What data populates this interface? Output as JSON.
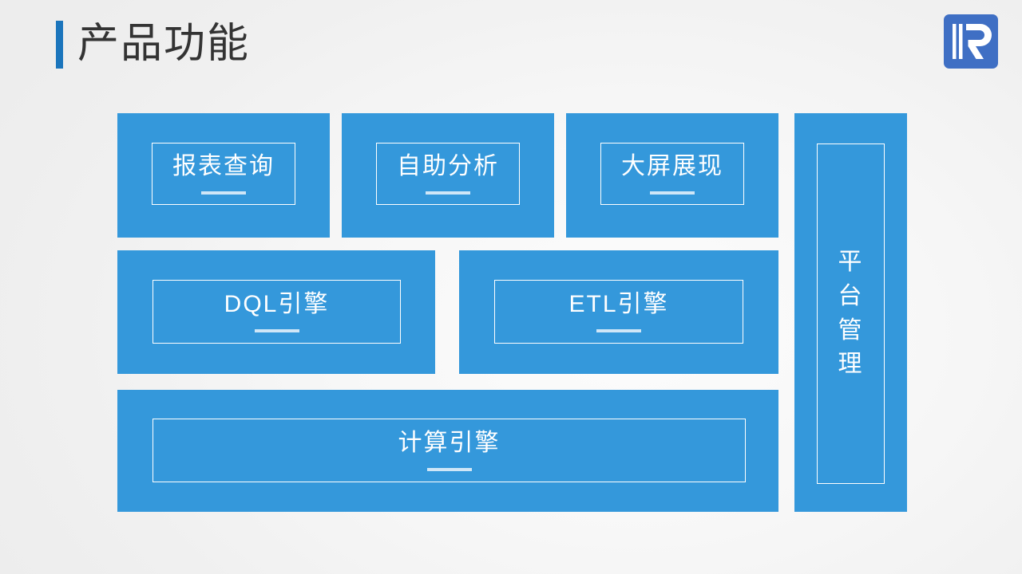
{
  "header": {
    "title": "产品功能",
    "accent_color": "#1b75bc",
    "logo_name": "company-logo",
    "logo_bg_color": "#3f6fc4"
  },
  "theme": {
    "panel_color": "#3498db",
    "frame_border_color": "#ffffff",
    "underline_color": "#cfe6f7",
    "background": "#f2f2f2",
    "text_color": "#ffffff"
  },
  "diagram": {
    "rows": [
      {
        "name": "row-presentation",
        "cards": [
          {
            "label": "报表查询",
            "has_underline": true
          },
          {
            "label": "自助分析",
            "has_underline": true
          },
          {
            "label": "大屏展现",
            "has_underline": true
          }
        ]
      },
      {
        "name": "row-engines",
        "cards": [
          {
            "label": "DQL引擎",
            "has_underline": true
          },
          {
            "label": "ETL引擎",
            "has_underline": true
          }
        ]
      },
      {
        "name": "row-compute",
        "cards": [
          {
            "label": "计算引擎",
            "has_underline": true
          }
        ]
      }
    ],
    "side_column": {
      "name": "platform-management",
      "label": "平台管理",
      "characters": [
        "平",
        "台",
        "管",
        "理"
      ],
      "has_underline": false
    }
  }
}
